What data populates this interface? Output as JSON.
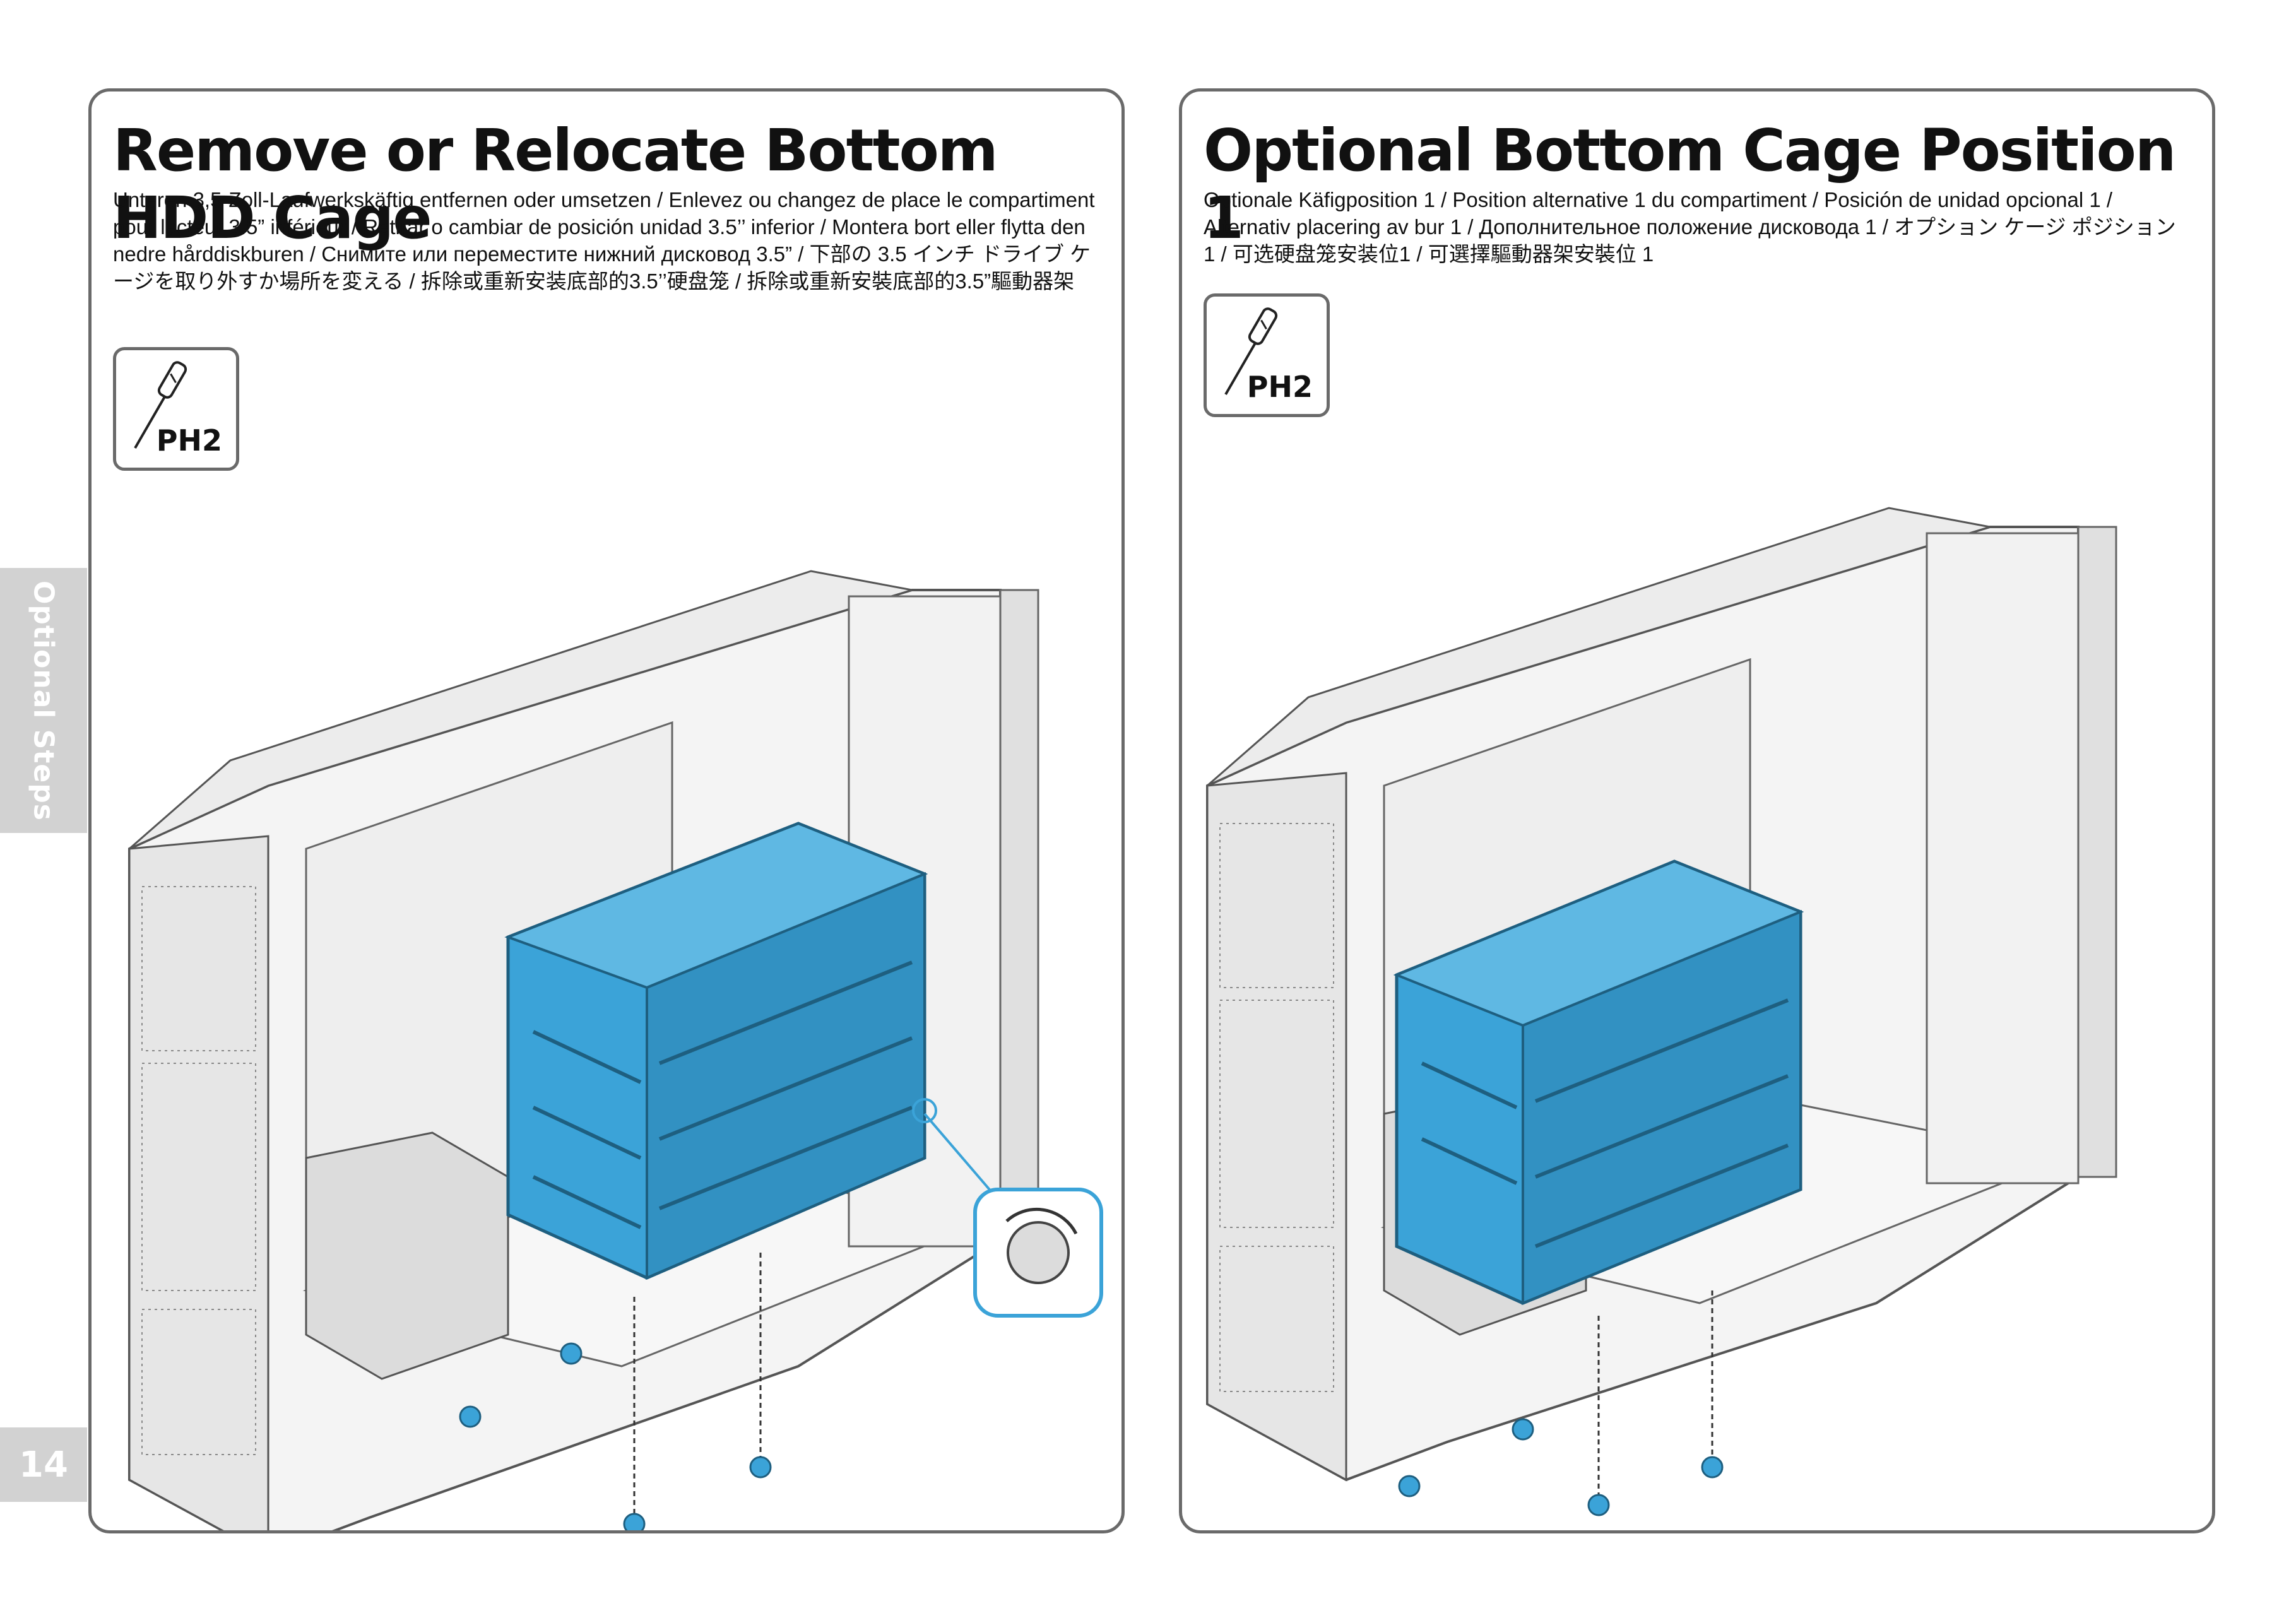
{
  "side_tab": {
    "label": "Optional Steps"
  },
  "page_number": "14",
  "colors": {
    "accent_blue": "#3ba3d8",
    "frame_gray": "#6a6a6a",
    "tab_gray": "#d2d2d2"
  },
  "left_panel": {
    "title": "Remove or Relocate Bottom HDD Cage",
    "description": "Unteren 3,5-Zoll-Laufwerkskäftig entfernen oder umsetzen / Enlevez ou changez de place le compartiment pour lecteur 3.5” inférieur / Retirar o cambiar de posición unidad 3.5’’ inferior / Montera bort eller flytta den nedre hårddiskburen / Снимите или переместите нижний дисковод 3.5” / 下部の 3.5 インチ ドライブ ケージを取り外すか場所を変える / 拆除或重新安装底部的3.5’’硬盘笼 / 拆除或重新安裝底部的3.5”驅動器架",
    "tool": {
      "icon": "screwdriver-icon",
      "label": "PH2"
    }
  },
  "right_panel": {
    "title": "Optional Bottom Cage Position 1",
    "description": "Optionale Käfigposition 1 / Position alternative 1 du compartiment / Posición de unidad opcional 1 / Alternativ placering av bur 1 / Дополнительное положение дисковода 1 / オプション ケージ ポジション 1 / 可选硬盘笼安装位1 / 可選擇驅動器架安裝位 1",
    "tool": {
      "icon": "screwdriver-icon",
      "label": "PH2"
    }
  }
}
